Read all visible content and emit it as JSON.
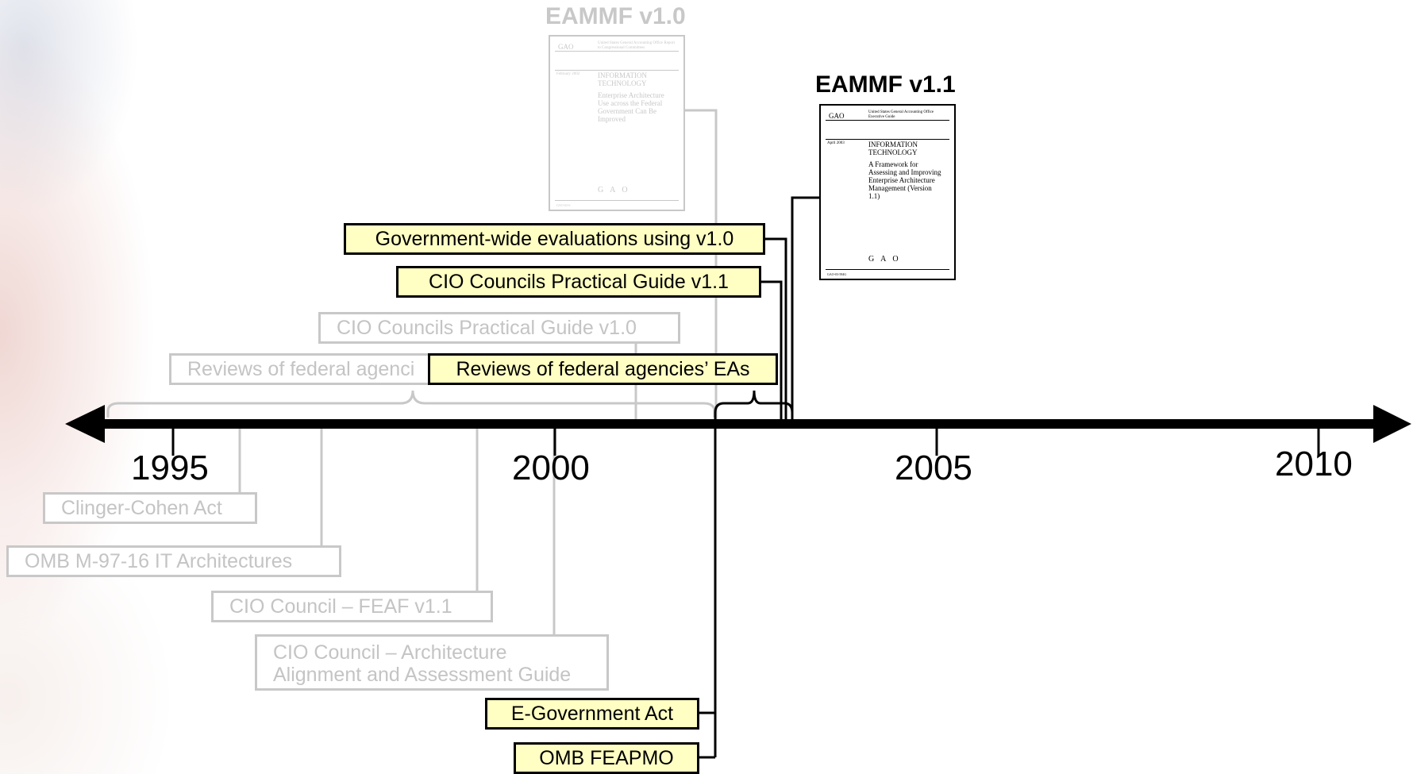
{
  "timeline": {
    "years": [
      "1995",
      "2000",
      "2005",
      "2010"
    ]
  },
  "documents": {
    "v10": {
      "title": "EAMMF v1.0",
      "cover": {
        "logo": "GAO",
        "header": "United States General Accounting Office Report to Congressional Committees",
        "date": "February 2002",
        "topic": "INFORMATION TECHNOLOGY",
        "subtitle": "Enterprise Architecture Use across the Federal Government Can Be Improved",
        "footer": "G A O",
        "code": "GAO-02-6"
      }
    },
    "v11": {
      "title": "EAMMF v1.1",
      "cover": {
        "logo": "GAO",
        "header": "United States General Accounting Office Executive Guide",
        "date": "April 2003",
        "topic": "INFORMATION TECHNOLOGY",
        "subtitle": "A Framework for Assessing and Improving Enterprise Architecture Management (Version 1.1)",
        "footer": "G A O",
        "code": "GAO-03-584G"
      }
    }
  },
  "events": {
    "gov_wide_evaluations": "Government-wide evaluations using v1.0",
    "cio_guide_v11": "CIO Councils Practical Guide v1.1",
    "cio_guide_v10": "CIO Councils Practical Guide v1.0",
    "reviews_faded": "Reviews of federal agenci",
    "reviews_active": "Reviews of federal agencies’ EAs",
    "clinger_cohen": "Clinger-Cohen Act",
    "omb_m9716": "OMB M-97-16 IT Architectures",
    "feaf": "CIO Council – FEAF v1.1",
    "alignment_guide_line1": "CIO Council – Architecture",
    "alignment_guide_line2": "Alignment and Assessment Guide",
    "egov_act": "E-Government Act",
    "omb_feapmo": "OMB FEAPMO"
  },
  "colors": {
    "active_fill": "#ffffc4",
    "active_border": "#000000",
    "faded": "#c8c8c8",
    "axis": "#000000"
  }
}
